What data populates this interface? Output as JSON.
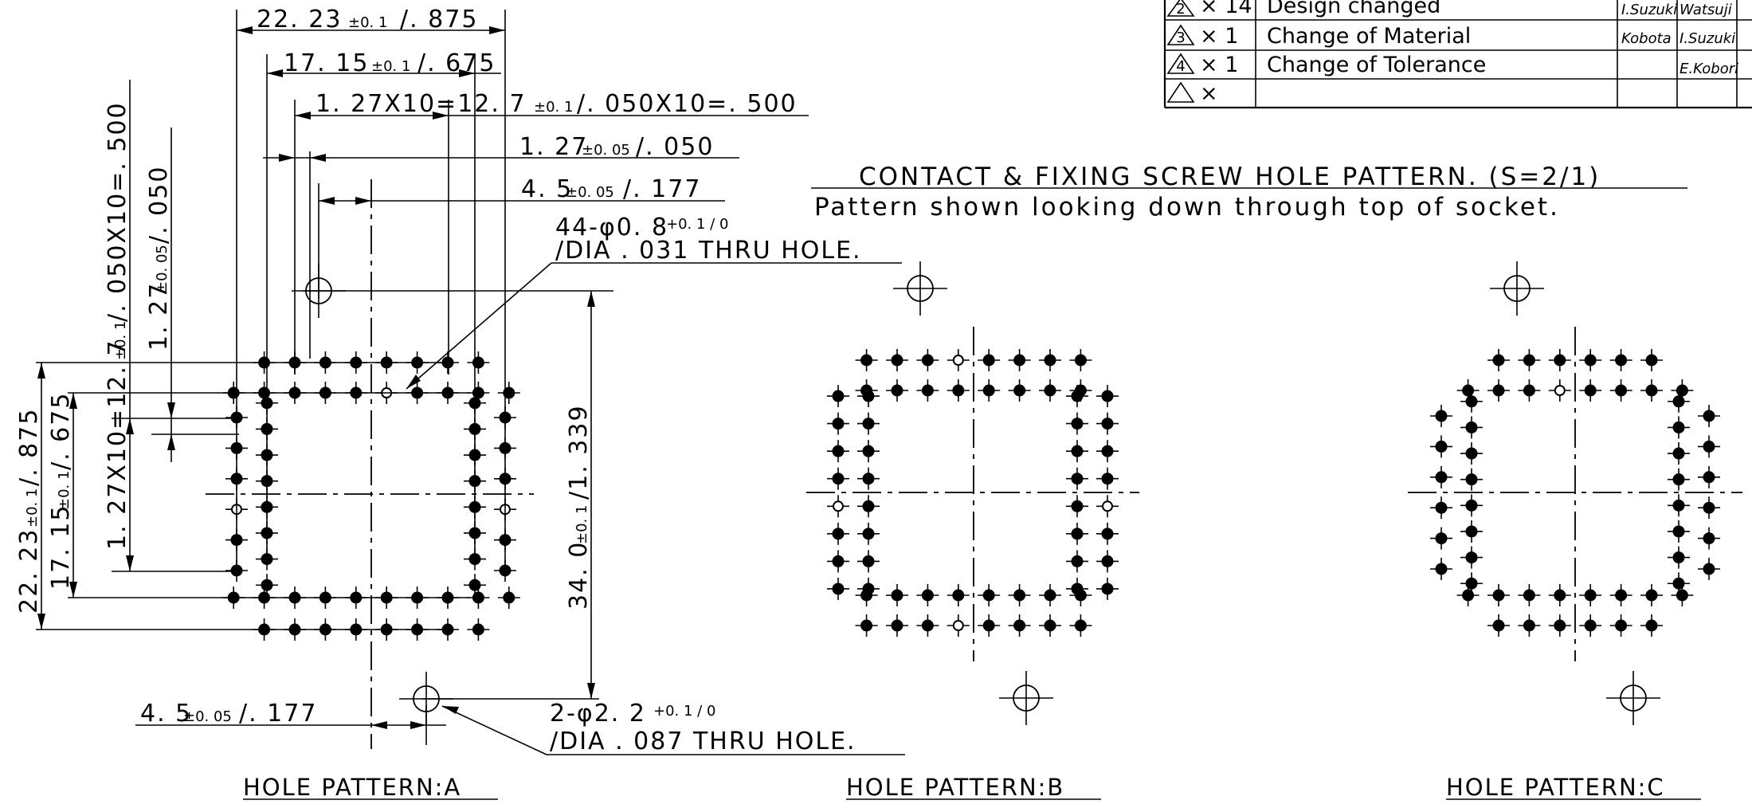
{
  "revision_table": {
    "rows": [
      {
        "mark": "2",
        "count": "× 14",
        "description": "Design changed",
        "sign1": "I.Suzuki",
        "sign2": "Watsuji"
      },
      {
        "mark": "3",
        "count": "× 1",
        "description": "Change of Material",
        "sign1": "Kobota",
        "sign2": "I.Suzuki"
      },
      {
        "mark": "4",
        "count": "× 1",
        "description": "Change of Tolerance",
        "sign1": "",
        "sign2": "E.Kobori"
      },
      {
        "mark": "",
        "count": "×",
        "description": "",
        "sign1": "",
        "sign2": ""
      }
    ]
  },
  "section_title": "CONTACT & FIXING SCREW HOLE PATTERN. (S=2/1)",
  "section_subtitle": "Pattern shown looking down through top of socket.",
  "dimensions": {
    "top_22": {
      "main": "22. 23",
      "tol": "±0. 1",
      "alt": "/. 875"
    },
    "top_17": {
      "main": "17. 15",
      "tol": "±0. 1",
      "alt": "/. 675"
    },
    "top_pitch": {
      "main": "1. 27X10=12. 7",
      "tol": "±0. 1",
      "alt": "/. 050X10=. 500"
    },
    "top_127": {
      "main": "1. 27",
      "tol": "±0. 05",
      "alt": "/. 050"
    },
    "top_45": {
      "main": "4. 5",
      "tol": "±0. 05",
      "alt": "/. 177"
    },
    "left_pitch": {
      "main": "1. 27X10=12. 7",
      "tol": "±0. 1",
      "alt": "/. 050X10=. 500"
    },
    "left_127": {
      "main": "1. 27",
      "tol": "±0. 05",
      "alt": "/. 050"
    },
    "left_22": {
      "main": "22. 23",
      "tol": "±0. 1",
      "alt": "/. 875"
    },
    "left_17": {
      "main": "17. 15",
      "tol": "±0. 1",
      "alt": "/. 675"
    },
    "right_34": {
      "main": "34. 0",
      "tol": "±0. 1",
      "alt": "/1. 339"
    },
    "bottom_45": {
      "main": "4. 5",
      "tol": "±0. 05",
      "alt": "/. 177"
    }
  },
  "notes": {
    "contact_holes_line1": "44-φ0. 8",
    "contact_holes_tol": "+0. 1 / 0",
    "contact_holes_line2": "/DIA . 031 THRU HOLE.",
    "screw_holes_line1": "2-φ2. 2",
    "screw_holes_tol": "+0. 1 / 0",
    "screw_holes_line2": "/DIA . 087 THRU HOLE."
  },
  "patterns": [
    {
      "label": "HOLE PATTERN:A"
    },
    {
      "label": "HOLE PATTERN:B"
    },
    {
      "label": "HOLE PATTERN:C"
    }
  ]
}
